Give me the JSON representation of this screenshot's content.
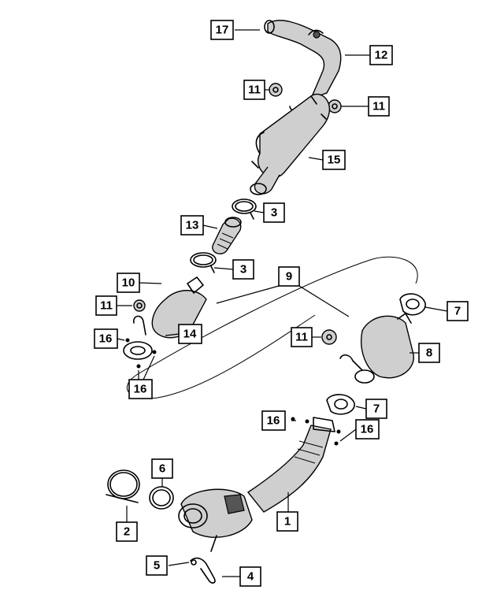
{
  "callouts": {
    "c1": "1",
    "c2": "2",
    "c3a": "3",
    "c3b": "3",
    "c4": "4",
    "c5": "5",
    "c6": "6",
    "c7a": "7",
    "c7b": "7",
    "c8": "8",
    "c9": "9",
    "c10": "10",
    "c11a": "11",
    "c11b": "11",
    "c11c": "11",
    "c11d": "11",
    "c12": "12",
    "c13": "13",
    "c14": "14",
    "c15": "15",
    "c16a": "16",
    "c16b": "16",
    "c16c": "16",
    "c16d": "16",
    "c17": "17"
  },
  "colors": {
    "line": "#000000",
    "background": "#ffffff",
    "shade": "#cfcfcf"
  }
}
